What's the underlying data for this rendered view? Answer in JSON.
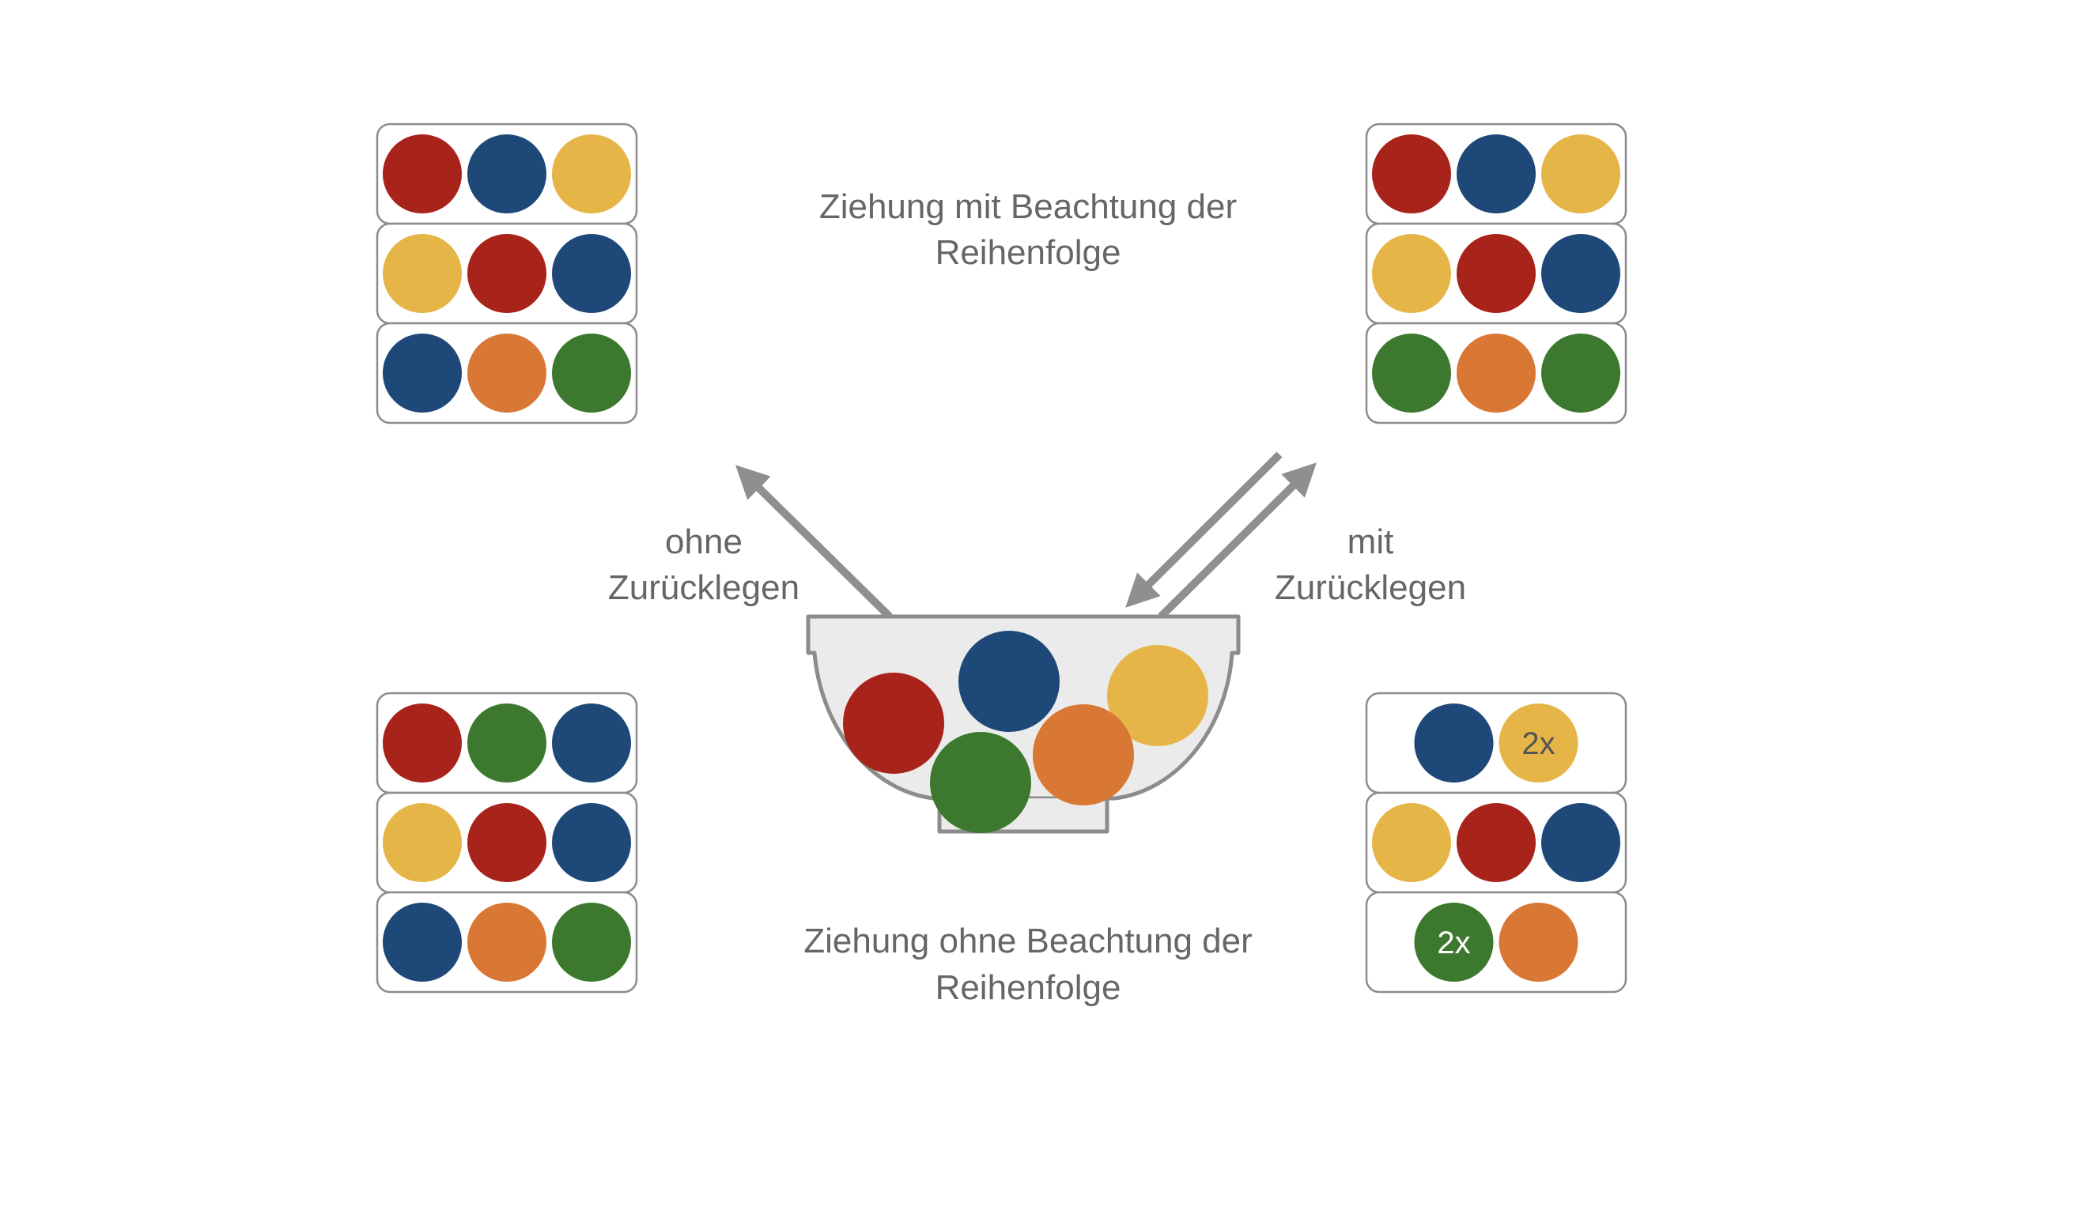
{
  "colors": {
    "red": "#A8231A",
    "blue": "#1E4877",
    "yellow": "#E5B547",
    "orange": "#D97735",
    "green": "#3C782D",
    "frame": "#8C8C8C",
    "bowl_fill": "#EBEBEB",
    "arrow": "#8F8F8F",
    "text": "#666666"
  },
  "labels": {
    "top_title_line1": "Ziehung mit Beachtung der",
    "top_title_line2": "Reihenfolge",
    "bottom_title_line1": "Ziehung ohne Beachtung der",
    "bottom_title_line2": "Reihenfolge",
    "left_arrow_line1": "ohne",
    "left_arrow_line2": "Zurücklegen",
    "right_arrow_line1": "mit",
    "right_arrow_line2": "Zurücklegen"
  },
  "bowl": {
    "balls": [
      "red",
      "blue",
      "yellow",
      "green",
      "orange"
    ]
  },
  "panels": {
    "top_left": [
      [
        "red",
        "blue",
        "yellow"
      ],
      [
        "yellow",
        "red",
        "blue"
      ],
      [
        "blue",
        "orange",
        "green"
      ]
    ],
    "top_right": [
      [
        "red",
        "blue",
        "yellow"
      ],
      [
        "yellow",
        "red",
        "blue"
      ],
      [
        "green",
        "orange",
        "green"
      ]
    ],
    "bottom_left": [
      [
        "red",
        "green",
        "blue"
      ],
      [
        "yellow",
        "red",
        "blue"
      ],
      [
        "blue",
        "orange",
        "green"
      ]
    ],
    "bottom_right": [
      [
        {
          "color": "blue"
        },
        {
          "color": "yellow",
          "badge": "2x"
        }
      ],
      [
        {
          "color": "yellow"
        },
        {
          "color": "red"
        },
        {
          "color": "blue"
        }
      ],
      [
        {
          "color": "green",
          "badge": "2x"
        },
        {
          "color": "orange"
        }
      ]
    ]
  }
}
